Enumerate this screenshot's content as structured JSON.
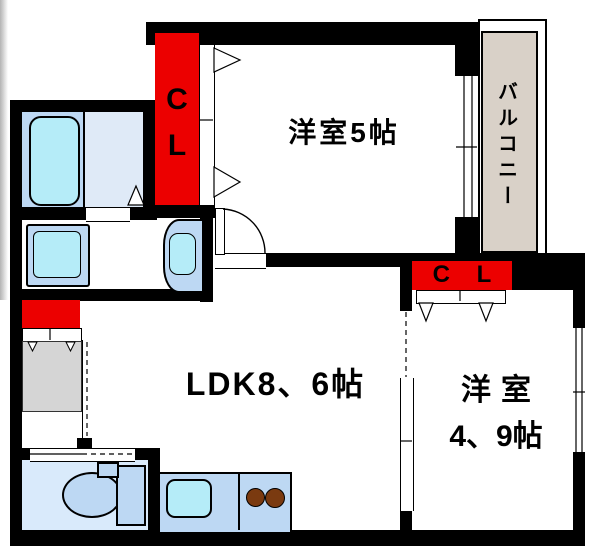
{
  "floorplan": {
    "labels": {
      "room5": "洋室5帖",
      "balcony": "バルコニー",
      "closet_left_c": "C",
      "closet_left_l": "L",
      "closet_right": "C L",
      "ldk": "LDK8、6帖",
      "room49_line1": "洋室",
      "room49_line2": "4、9帖"
    },
    "colors": {
      "wall": "#000000",
      "closet_red": "#ec0000",
      "fixture_blue": "#bdd8f3",
      "water_cyan": "#b5ecf8",
      "bath_floor": "#dfeaf7",
      "toilet_floor": "#d9eafb",
      "balcony_deck": "#d9d1c8",
      "washer_pan_gray": "#d5d5d5",
      "burner_brown": "#7a3a10"
    },
    "icons": [
      "bathtub-icon",
      "shower-door-triangle-icon",
      "washbasin-icon",
      "vanity-sink-icon",
      "washing-machine-pan-icon",
      "toilet-icon",
      "kitchen-sink-icon",
      "stove-burner-icon",
      "door-swing-icon",
      "folding-door-triangle-icon",
      "sliding-door-icon",
      "window-icon"
    ]
  }
}
